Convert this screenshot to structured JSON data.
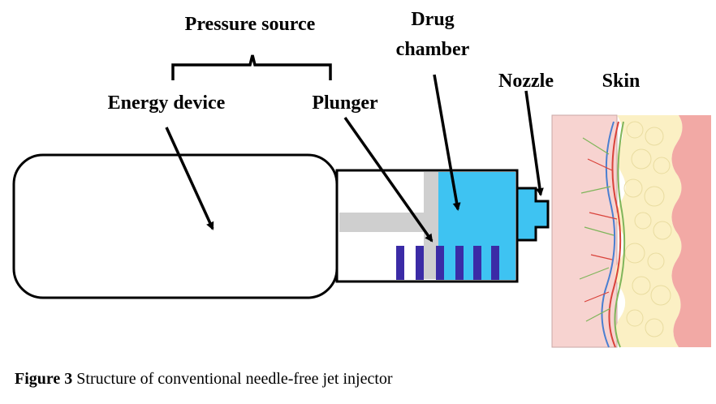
{
  "labels": {
    "pressure_source": "Pressure source",
    "drug_chamber_line1": "Drug",
    "drug_chamber_line2": "chamber",
    "energy_device": "Energy device",
    "plunger": "Plunger",
    "nozzle": "Nozzle",
    "skin": "Skin"
  },
  "caption": {
    "figure_label": "Figure 3",
    "text": "Structure of conventional needle-free jet injector"
  },
  "colors": {
    "drug": "#3ec3f2",
    "plunger_bars": "#3b2ba6",
    "plunger_rod": "#cfcfcf",
    "outline": "#000000",
    "skin_epidermis": "#f7d3d0",
    "skin_fat": "#fbf0c4",
    "skin_muscle": "#f2a9a5",
    "vessel_red": "#d9423a",
    "vessel_blue": "#4a7fd1",
    "vessel_green": "#7fb55a"
  }
}
